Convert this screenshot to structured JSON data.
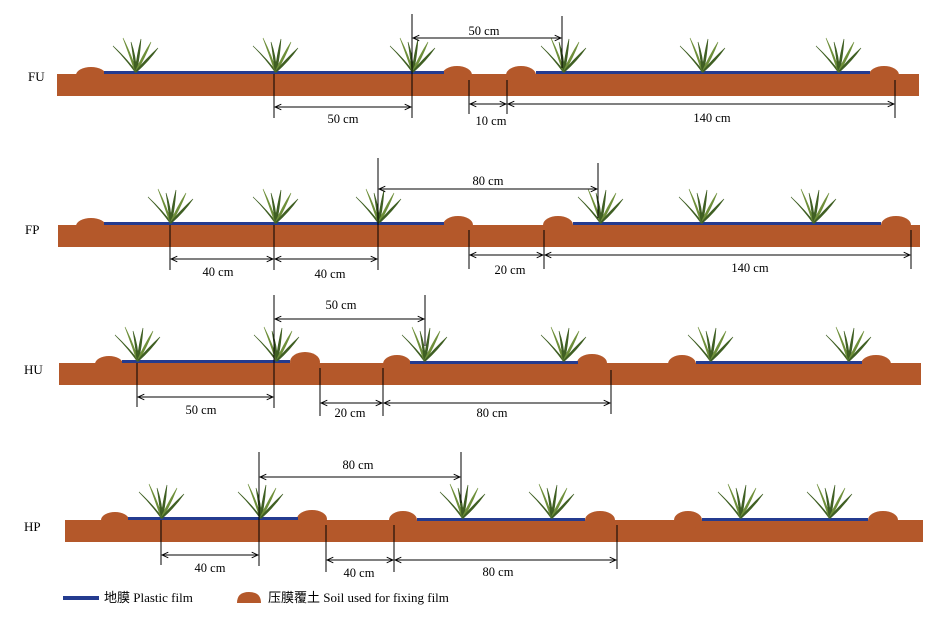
{
  "colors": {
    "soil": "#b4582a",
    "soil_shadow": "#8c3f18",
    "film": "#243b8f",
    "plant": "#3f5f23",
    "plant_light": "#6e8f3a",
    "line": "#000000"
  },
  "rows": [
    {
      "label": "FU",
      "dims": [
        {
          "label": "50 cm"
        },
        {
          "label": "50 cm"
        },
        {
          "label": "10 cm"
        },
        {
          "label": "140 cm"
        }
      ]
    },
    {
      "label": "FP",
      "dims": [
        {
          "label": "80 cm"
        },
        {
          "label": "40 cm"
        },
        {
          "label": "40 cm"
        },
        {
          "label": "20 cm"
        },
        {
          "label": "140 cm"
        }
      ]
    },
    {
      "label": "HU",
      "dims": [
        {
          "label": "50 cm"
        },
        {
          "label": "50 cm"
        },
        {
          "label": "20 cm"
        },
        {
          "label": "80 cm"
        }
      ]
    },
    {
      "label": "HP",
      "dims": [
        {
          "label": "80 cm"
        },
        {
          "label": "40 cm"
        },
        {
          "label": "40 cm"
        },
        {
          "label": "80 cm"
        }
      ]
    }
  ],
  "legend": {
    "film_label": "地膜 Plastic film",
    "soil_label": "压膜覆土 Soil used for fixing film"
  }
}
